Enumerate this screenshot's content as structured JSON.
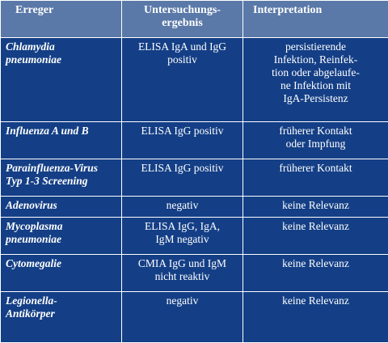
{
  "table": {
    "headers": {
      "pathogen": "Erreger",
      "result": "Untersuchungs-\nergebnis",
      "interpretation": "Interpretation"
    },
    "rows": [
      {
        "pathogen": "Chlamydia\npneumoniae",
        "result": "ELISA IgA und IgG\npositiv",
        "interpretation": "persistierende\nInfektion, Reinfek-\ntion oder abgelaufe-\nne Infektion mit\nIgA-Persistenz"
      },
      {
        "pathogen": "Influenza A und B",
        "result": "ELISA IgG positiv",
        "interpretation": "früherer Kontakt\noder Impfung"
      },
      {
        "pathogen": "Parainfluenza-Virus\nTyp 1-3 Screening",
        "result": "ELISA IgG positiv",
        "interpretation": "früherer Kontakt"
      },
      {
        "pathogen": "Adenovirus",
        "result": "negativ",
        "interpretation": "keine Relevanz"
      },
      {
        "pathogen": "Mycoplasma\npneumoniae",
        "result": "ELISA IgG, IgA,\nIgM negativ",
        "interpretation": "keine Relevanz"
      },
      {
        "pathogen": "Cytomegalie",
        "result": "CMIA IgG und IgM\nnicht reaktiv",
        "interpretation": "keine Relevanz"
      },
      {
        "pathogen": "Legionella-\nAntikörper",
        "result": "negativ",
        "interpretation": "keine Relevanz"
      }
    ]
  },
  "colors": {
    "header_background": "#5a79a8",
    "cell_background": "#143f86",
    "text": "#ffffff",
    "grid_lines": "#ffffff"
  }
}
